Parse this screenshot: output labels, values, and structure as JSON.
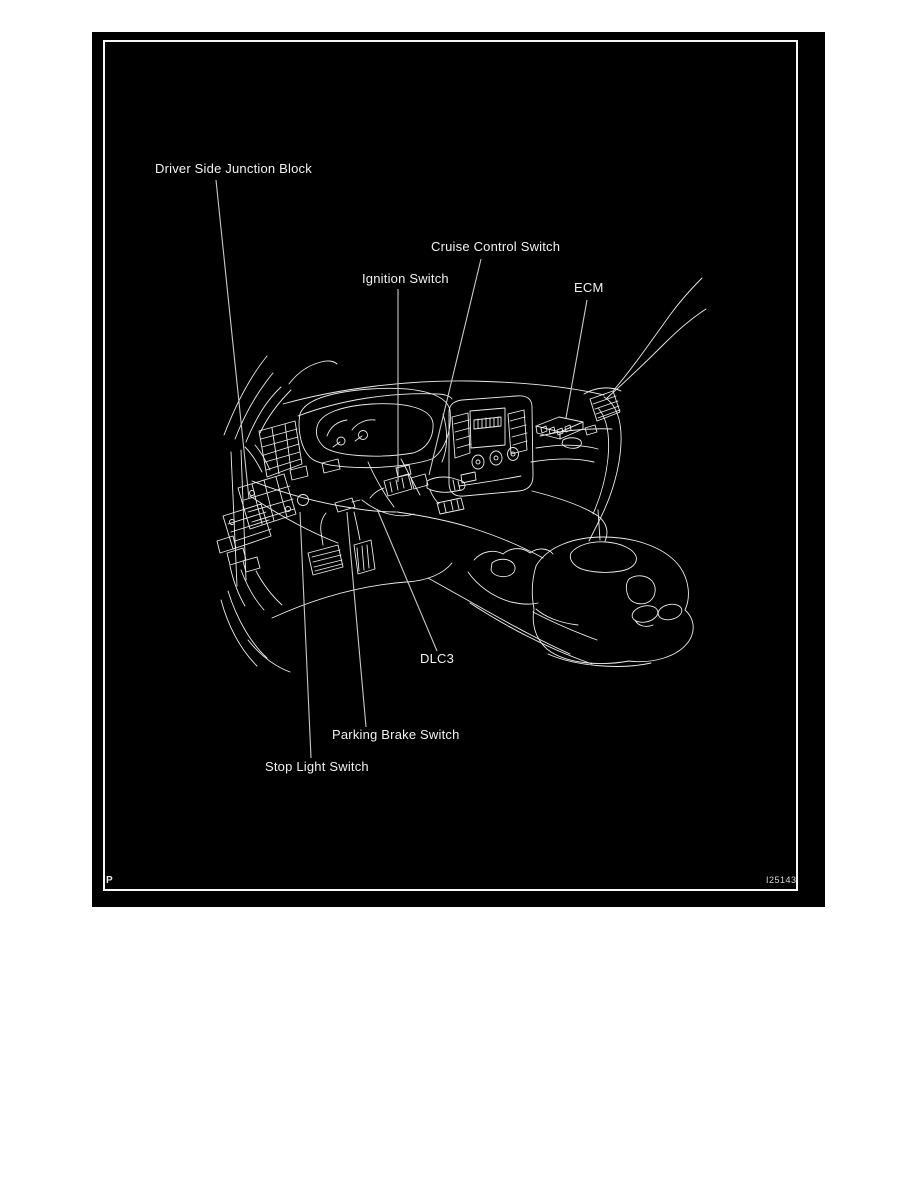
{
  "figure": {
    "background_color": "#000000",
    "frame_color": "#f7f7f7",
    "line_color": "#ededed",
    "leader_color": "#c9c9c9",
    "page_marker": "P",
    "figure_code": "I25143",
    "callouts": [
      {
        "id": "driver-side-junction-block",
        "label": "Driver Side Junction Block"
      },
      {
        "id": "cruise-control-switch",
        "label": "Cruise Control Switch"
      },
      {
        "id": "ignition-switch",
        "label": "Ignition Switch"
      },
      {
        "id": "ecm",
        "label": "ECM"
      },
      {
        "id": "dlc3",
        "label": "DLC3"
      },
      {
        "id": "parking-brake-switch",
        "label": "Parking Brake Switch"
      },
      {
        "id": "stop-light-switch",
        "label": "Stop Light Switch"
      }
    ]
  }
}
